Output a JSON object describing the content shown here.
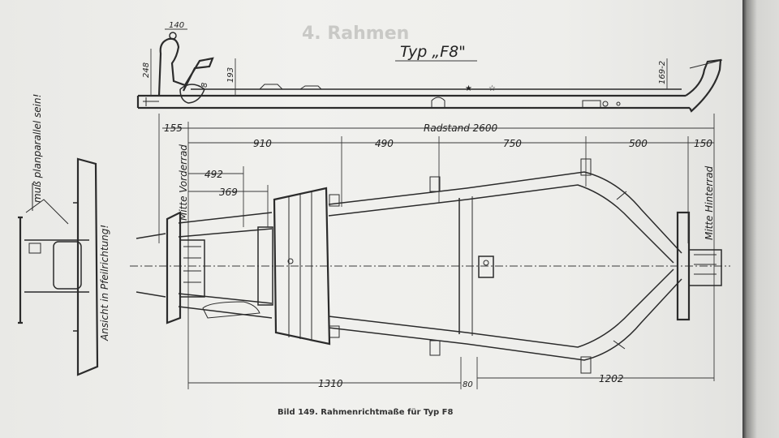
{
  "title": "Typ „F8\"",
  "caption": "Bild 149. Rahmenrichtmaße für Typ F8",
  "ghost_heading": "4. Rahmen",
  "side_notes": {
    "parallel": "muß planparallel sein!",
    "arrow_view": "Ansicht in Pfeilrichtung!"
  },
  "axle_labels": {
    "front": "Mitte Vorderrad",
    "rear": "Mitte Hinterrad"
  },
  "dimensions": {
    "d140": "140",
    "d248": "248",
    "d193": "193",
    "d8": "8",
    "d169_2": "169-2",
    "d155": "155",
    "radstand": "Radstand 2600",
    "d910": "910",
    "d490": "490",
    "d750": "750",
    "d500": "500",
    "d150": "150",
    "d492": "492",
    "d369": "369",
    "d1310": "1310",
    "d80": "80",
    "d1202": "1202"
  }
}
